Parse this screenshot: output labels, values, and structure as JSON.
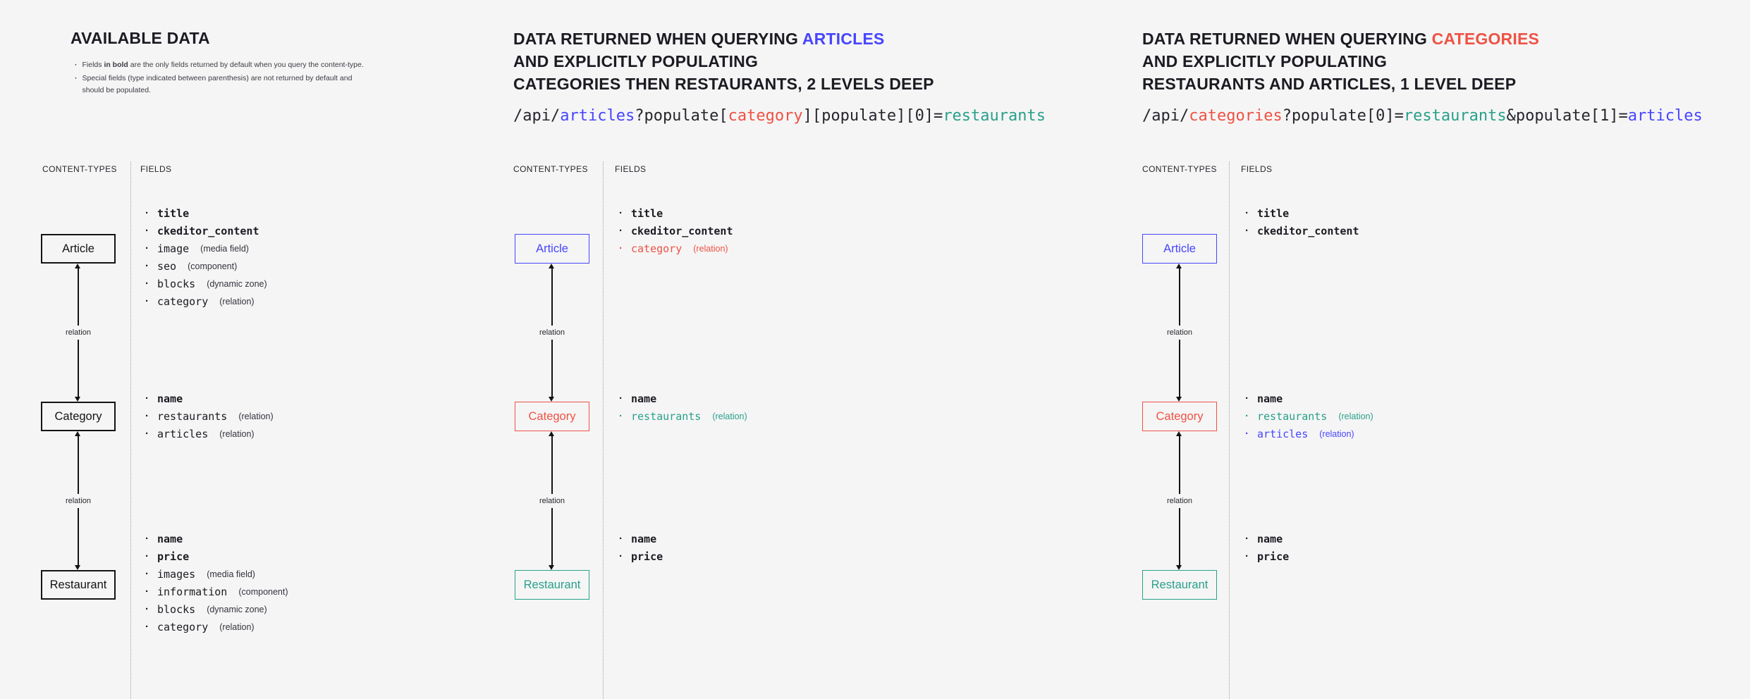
{
  "colors": {
    "background": "#f5f5f5",
    "text": "#1b1b22",
    "blue": "#4745ff",
    "red": "#ee5244",
    "teal": "#29a08b"
  },
  "shared": {
    "content_types_header": "CONTENT-TYPES",
    "fields_header": "FIELDS",
    "relation_label": "relation",
    "boxes": {
      "article": "Article",
      "category": "Category",
      "restaurant": "Restaurant"
    }
  },
  "left": {
    "title": "AVAILABLE DATA",
    "note1_prefix": "Fields ",
    "note1_bold": "in bold",
    "note1_suffix": " are the only fields returned by default when you query the content-type.",
    "note2": "Special fields (type indicated between parenthesis) are not returned by default and should be populated.",
    "article_fields": [
      {
        "name": "title"
      },
      {
        "name": "ckeditor_content"
      },
      {
        "name": "image",
        "annot": "(media field)"
      },
      {
        "name": "seo",
        "annot": "(component)"
      },
      {
        "name": "blocks",
        "annot": "(dynamic zone)"
      },
      {
        "name": "category",
        "annot": "(relation)"
      }
    ],
    "category_fields": [
      {
        "name": "name"
      },
      {
        "name": "restaurants",
        "annot": "(relation)"
      },
      {
        "name": "articles",
        "annot": "(relation)"
      }
    ],
    "restaurant_fields": [
      {
        "name": "name"
      },
      {
        "name": "price"
      },
      {
        "name": "images",
        "annot": "(media field)"
      },
      {
        "name": "information",
        "annot": "(component)"
      },
      {
        "name": "blocks",
        "annot": "(dynamic zone)"
      },
      {
        "name": "category",
        "annot": "(relation)"
      }
    ]
  },
  "middle": {
    "title_prefix": "DATA RETURNED WHEN QUERYING ",
    "title_accent": "ARTICLES",
    "title_line2": "AND EXPLICITLY POPULATING",
    "title_line3": "CATEGORIES THEN RESTAURANTS, 2 LEVELS DEEP",
    "api": [
      "/api/",
      "articles",
      "?populate[",
      "category",
      "][populate][0]=",
      "restaurants"
    ],
    "article_fields": [
      {
        "name": "title"
      },
      {
        "name": "ckeditor_content"
      },
      {
        "name": "category",
        "annot": "(relation)"
      }
    ],
    "category_fields": [
      {
        "name": "name"
      },
      {
        "name": "restaurants",
        "annot": "(relation)"
      }
    ],
    "restaurant_fields": [
      {
        "name": "name"
      },
      {
        "name": "price"
      }
    ]
  },
  "right": {
    "title_prefix": "DATA RETURNED WHEN QUERYING ",
    "title_accent": "CATEGORIES",
    "title_line2": "AND EXPLICITLY POPULATING",
    "title_line3": "RESTAURANTS AND ARTICLES, 1 LEVEL DEEP",
    "api": [
      "/api/",
      "categories",
      "?populate[0]=",
      "restaurants",
      "&populate[1]=",
      "articles"
    ],
    "article_fields": [
      {
        "name": "title"
      },
      {
        "name": "ckeditor_content"
      }
    ],
    "category_fields": [
      {
        "name": "name"
      },
      {
        "name": "restaurants",
        "annot": "(relation)"
      },
      {
        "name": "articles",
        "annot": "(relation)"
      }
    ],
    "restaurant_fields": [
      {
        "name": "name"
      },
      {
        "name": "price"
      }
    ]
  }
}
